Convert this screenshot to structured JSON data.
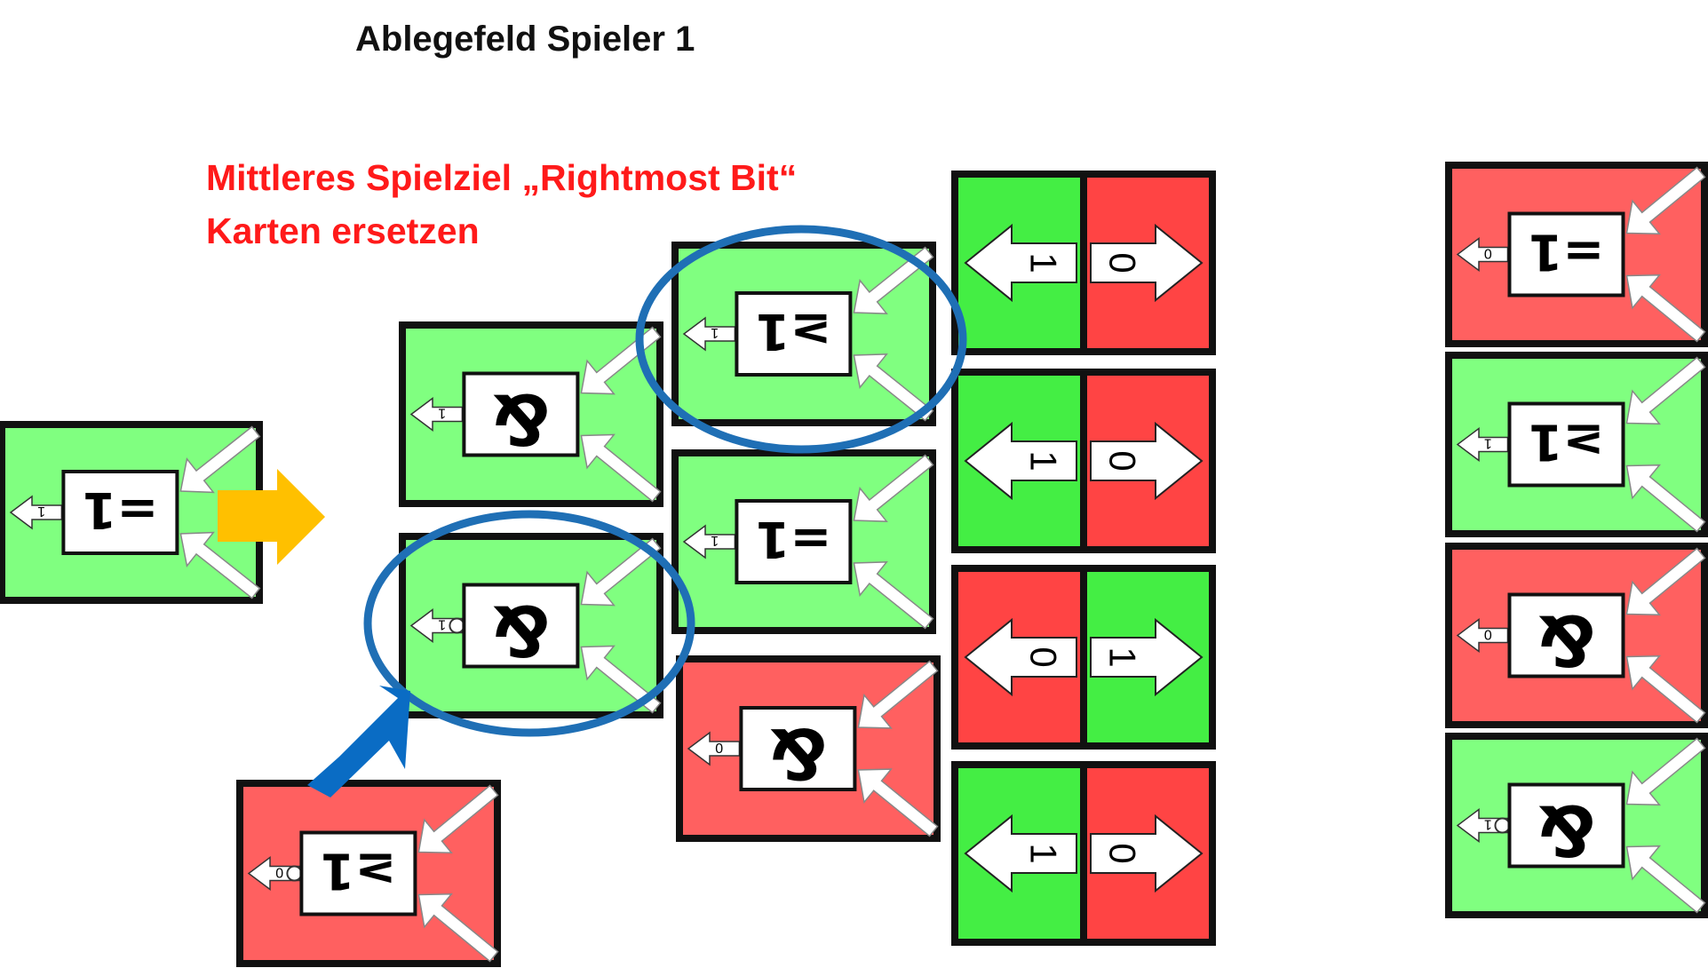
{
  "title": "Ablegefeld Spieler 1",
  "goal": {
    "line1": "Mittleres Spielziel „Rightmost Bit“",
    "line2": "Karten ersetzen"
  },
  "colors": {
    "green": "#80ff80",
    "red": "#ff6060",
    "bright_green": "#44ee44",
    "bright_red": "#ff4444",
    "highlight_circle": "#1f6fb5",
    "yellow_arrow": "#ffc000",
    "blue_arrow": "#0a6cc4",
    "goal_text": "#ff1a1a"
  },
  "gate_cards": [
    {
      "id": "card-left-xnor",
      "color": "green",
      "symbol": "=1",
      "symbol_display": "=1",
      "output": "1",
      "negated": false,
      "icon": "xnor-gate-icon"
    },
    {
      "id": "card-bottom-ge",
      "color": "red",
      "symbol": "≥1",
      "output": "0",
      "negated": true,
      "icon": "or-gate-icon"
    },
    {
      "id": "card-and-top",
      "color": "green",
      "symbol": "&",
      "output": "1",
      "negated": false,
      "icon": "and-gate-icon"
    },
    {
      "id": "card-and-circled",
      "color": "green",
      "symbol": "&",
      "output": "1",
      "negated": true,
      "icon": "nand-gate-icon"
    },
    {
      "id": "card-ge-circled",
      "color": "green",
      "symbol": "≥1",
      "output": "1",
      "negated": false,
      "icon": "or-gate-icon"
    },
    {
      "id": "card-xor-mid",
      "color": "green",
      "symbol": "=1",
      "output": "1",
      "negated": false,
      "icon": "xor-gate-icon"
    },
    {
      "id": "card-and-red",
      "color": "red",
      "symbol": "&",
      "output": "0",
      "negated": false,
      "icon": "and-gate-icon"
    },
    {
      "id": "card-right-xor",
      "color": "red",
      "symbol": "=1",
      "output": "0",
      "negated": false,
      "icon": "xor-gate-icon"
    },
    {
      "id": "card-right-ge",
      "color": "green",
      "symbol": "≥1",
      "output": "1",
      "negated": false,
      "icon": "or-gate-icon"
    },
    {
      "id": "card-right-and-red",
      "color": "red",
      "symbol": "&",
      "output": "0",
      "negated": false,
      "icon": "and-gate-icon"
    },
    {
      "id": "card-right-nand",
      "color": "green",
      "symbol": "&",
      "output": "1",
      "negated": true,
      "icon": "nand-gate-icon"
    }
  ],
  "bit_cards": [
    {
      "left": "1",
      "right": "0",
      "left_color": "green",
      "right_color": "red"
    },
    {
      "left": "1",
      "right": "0",
      "left_color": "green",
      "right_color": "red"
    },
    {
      "left": "0",
      "right": "1",
      "left_color": "red",
      "right_color": "green"
    },
    {
      "left": "1",
      "right": "0",
      "left_color": "green",
      "right_color": "red"
    }
  ]
}
